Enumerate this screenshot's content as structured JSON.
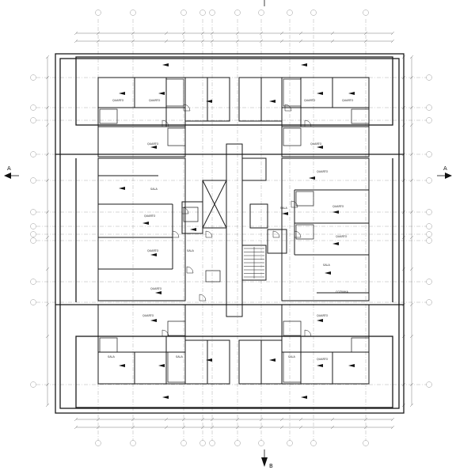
{
  "section_marks": {
    "top": "",
    "left": "A",
    "right": "A",
    "bottom": "B"
  },
  "rooms": [
    {
      "id": "q1",
      "label": "QUARTO"
    },
    {
      "id": "q2",
      "label": "QUARTO"
    },
    {
      "id": "q3",
      "label": "QUARTO"
    },
    {
      "id": "q4",
      "label": "QUARTO"
    },
    {
      "id": "q5",
      "label": "QUARTO"
    },
    {
      "id": "q6",
      "label": "QUARTO"
    },
    {
      "id": "q7",
      "label": "QUARTO"
    },
    {
      "id": "q8",
      "label": "QUARTO"
    },
    {
      "id": "q9",
      "label": "QUARTO"
    },
    {
      "id": "q10",
      "label": "QUARTO"
    },
    {
      "id": "q11",
      "label": "QUARTO"
    },
    {
      "id": "q12",
      "label": "QUARTO"
    },
    {
      "id": "q13",
      "label": "QUARTO"
    },
    {
      "id": "q14",
      "label": "QUARTO"
    },
    {
      "id": "q15",
      "label": "QUARTO"
    },
    {
      "id": "s1",
      "label": "SALA"
    },
    {
      "id": "s2",
      "label": "SALA"
    },
    {
      "id": "s3",
      "label": "SALA"
    },
    {
      "id": "s4",
      "label": "SALA"
    },
    {
      "id": "s5",
      "label": "SALA"
    },
    {
      "id": "s6",
      "label": "SALA"
    },
    {
      "id": "s7",
      "label": "SALA"
    },
    {
      "id": "cz",
      "label": "COZINHA"
    }
  ],
  "colors": {
    "line": "#1a1a1a",
    "grid": "#9a9a9a",
    "dim": "#555555"
  }
}
